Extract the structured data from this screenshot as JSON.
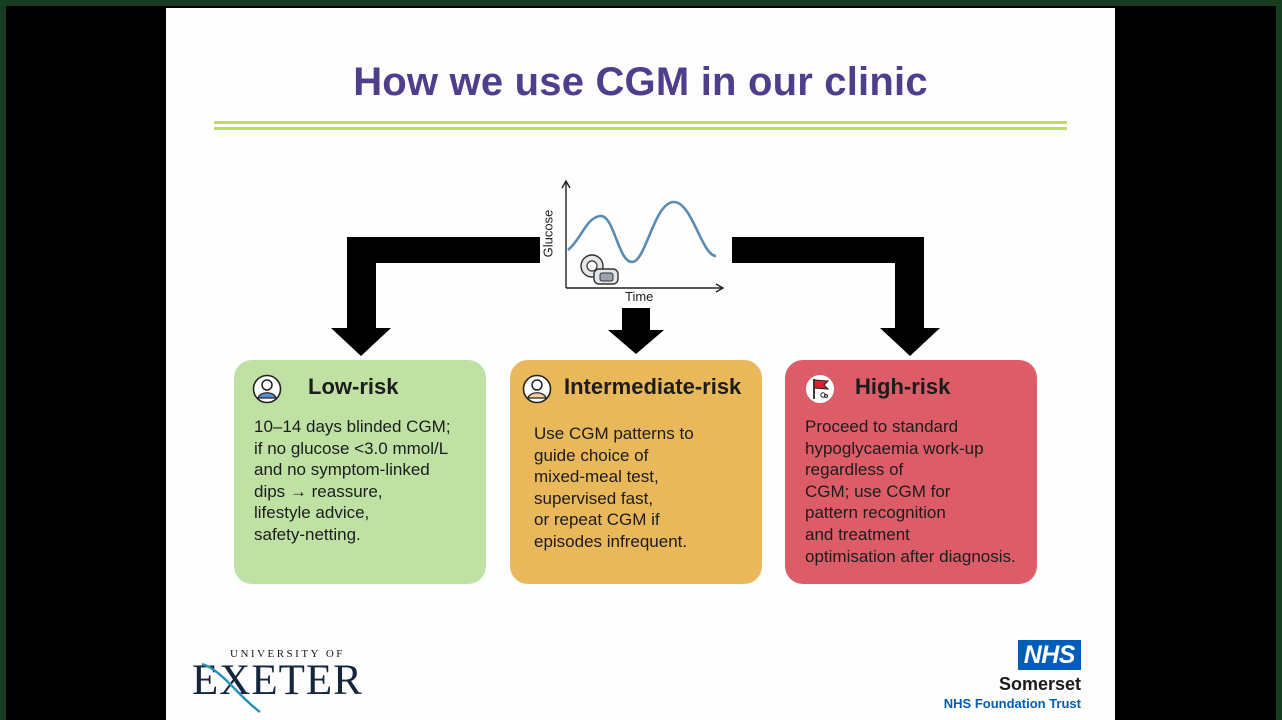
{
  "slide": {
    "title": "How we use CGM in our clinic"
  },
  "chart_icon": {
    "ylabel": "Glucose",
    "xlabel": "Time"
  },
  "boxes": {
    "low": {
      "title": "Low-risk",
      "icon": "person-icon",
      "color": "#bfe2a4",
      "lines": [
        "10–14 days blinded CGM;",
        "if no glucose <3.0 mmol/L",
        "and no symptom-linked",
        "dips → reassure,",
        "lifestyle advice,",
        "safety-netting."
      ]
    },
    "intermediate": {
      "title": "Intermediate-risk",
      "icon": "person-icon",
      "color": "#e8b85b",
      "lines": [
        "Use CGM patterns to",
        "guide choice of",
        "mixed-meal test,",
        "supervised fast,",
        "or repeat CGM if",
        "episodes infrequent."
      ]
    },
    "high": {
      "title": "High-risk",
      "icon": "red-flag-icon",
      "color": "#dc5d68",
      "lines": [
        "Proceed to standard",
        "hypoglycaemia work-up",
        "regardless of",
        "CGM; use CGM for",
        "pattern recognition",
        "and treatment",
        "optimisation after diagnosis."
      ]
    }
  },
  "logos": {
    "exeter_top": "UNIVERSITY OF",
    "exeter_main": "EXETER",
    "nhs": "NHS",
    "nhs_org": "Somerset",
    "nhs_trust": "NHS Foundation Trust"
  },
  "colors": {
    "title": "#4f3e8c",
    "rule": "#bfdc5a",
    "arrow": "#000000",
    "curve": "#5b8bb0",
    "nhs_blue": "#005eb8"
  }
}
